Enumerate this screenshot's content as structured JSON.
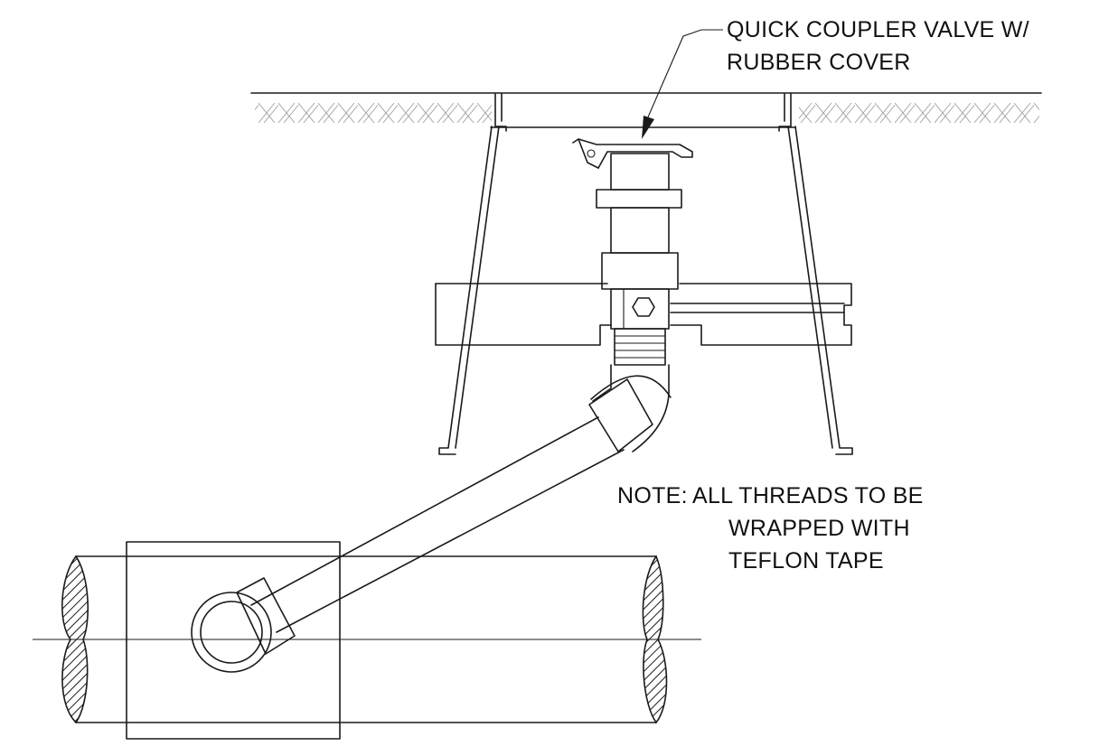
{
  "callout": {
    "line1": "QUICK COUPLER VALVE W/",
    "line2": "RUBBER COVER"
  },
  "note": {
    "prefix": "NOTE:",
    "line1": "ALL THREADS TO BE",
    "line2": "WRAPPED WITH",
    "line3": "TEFLON TAPE"
  }
}
